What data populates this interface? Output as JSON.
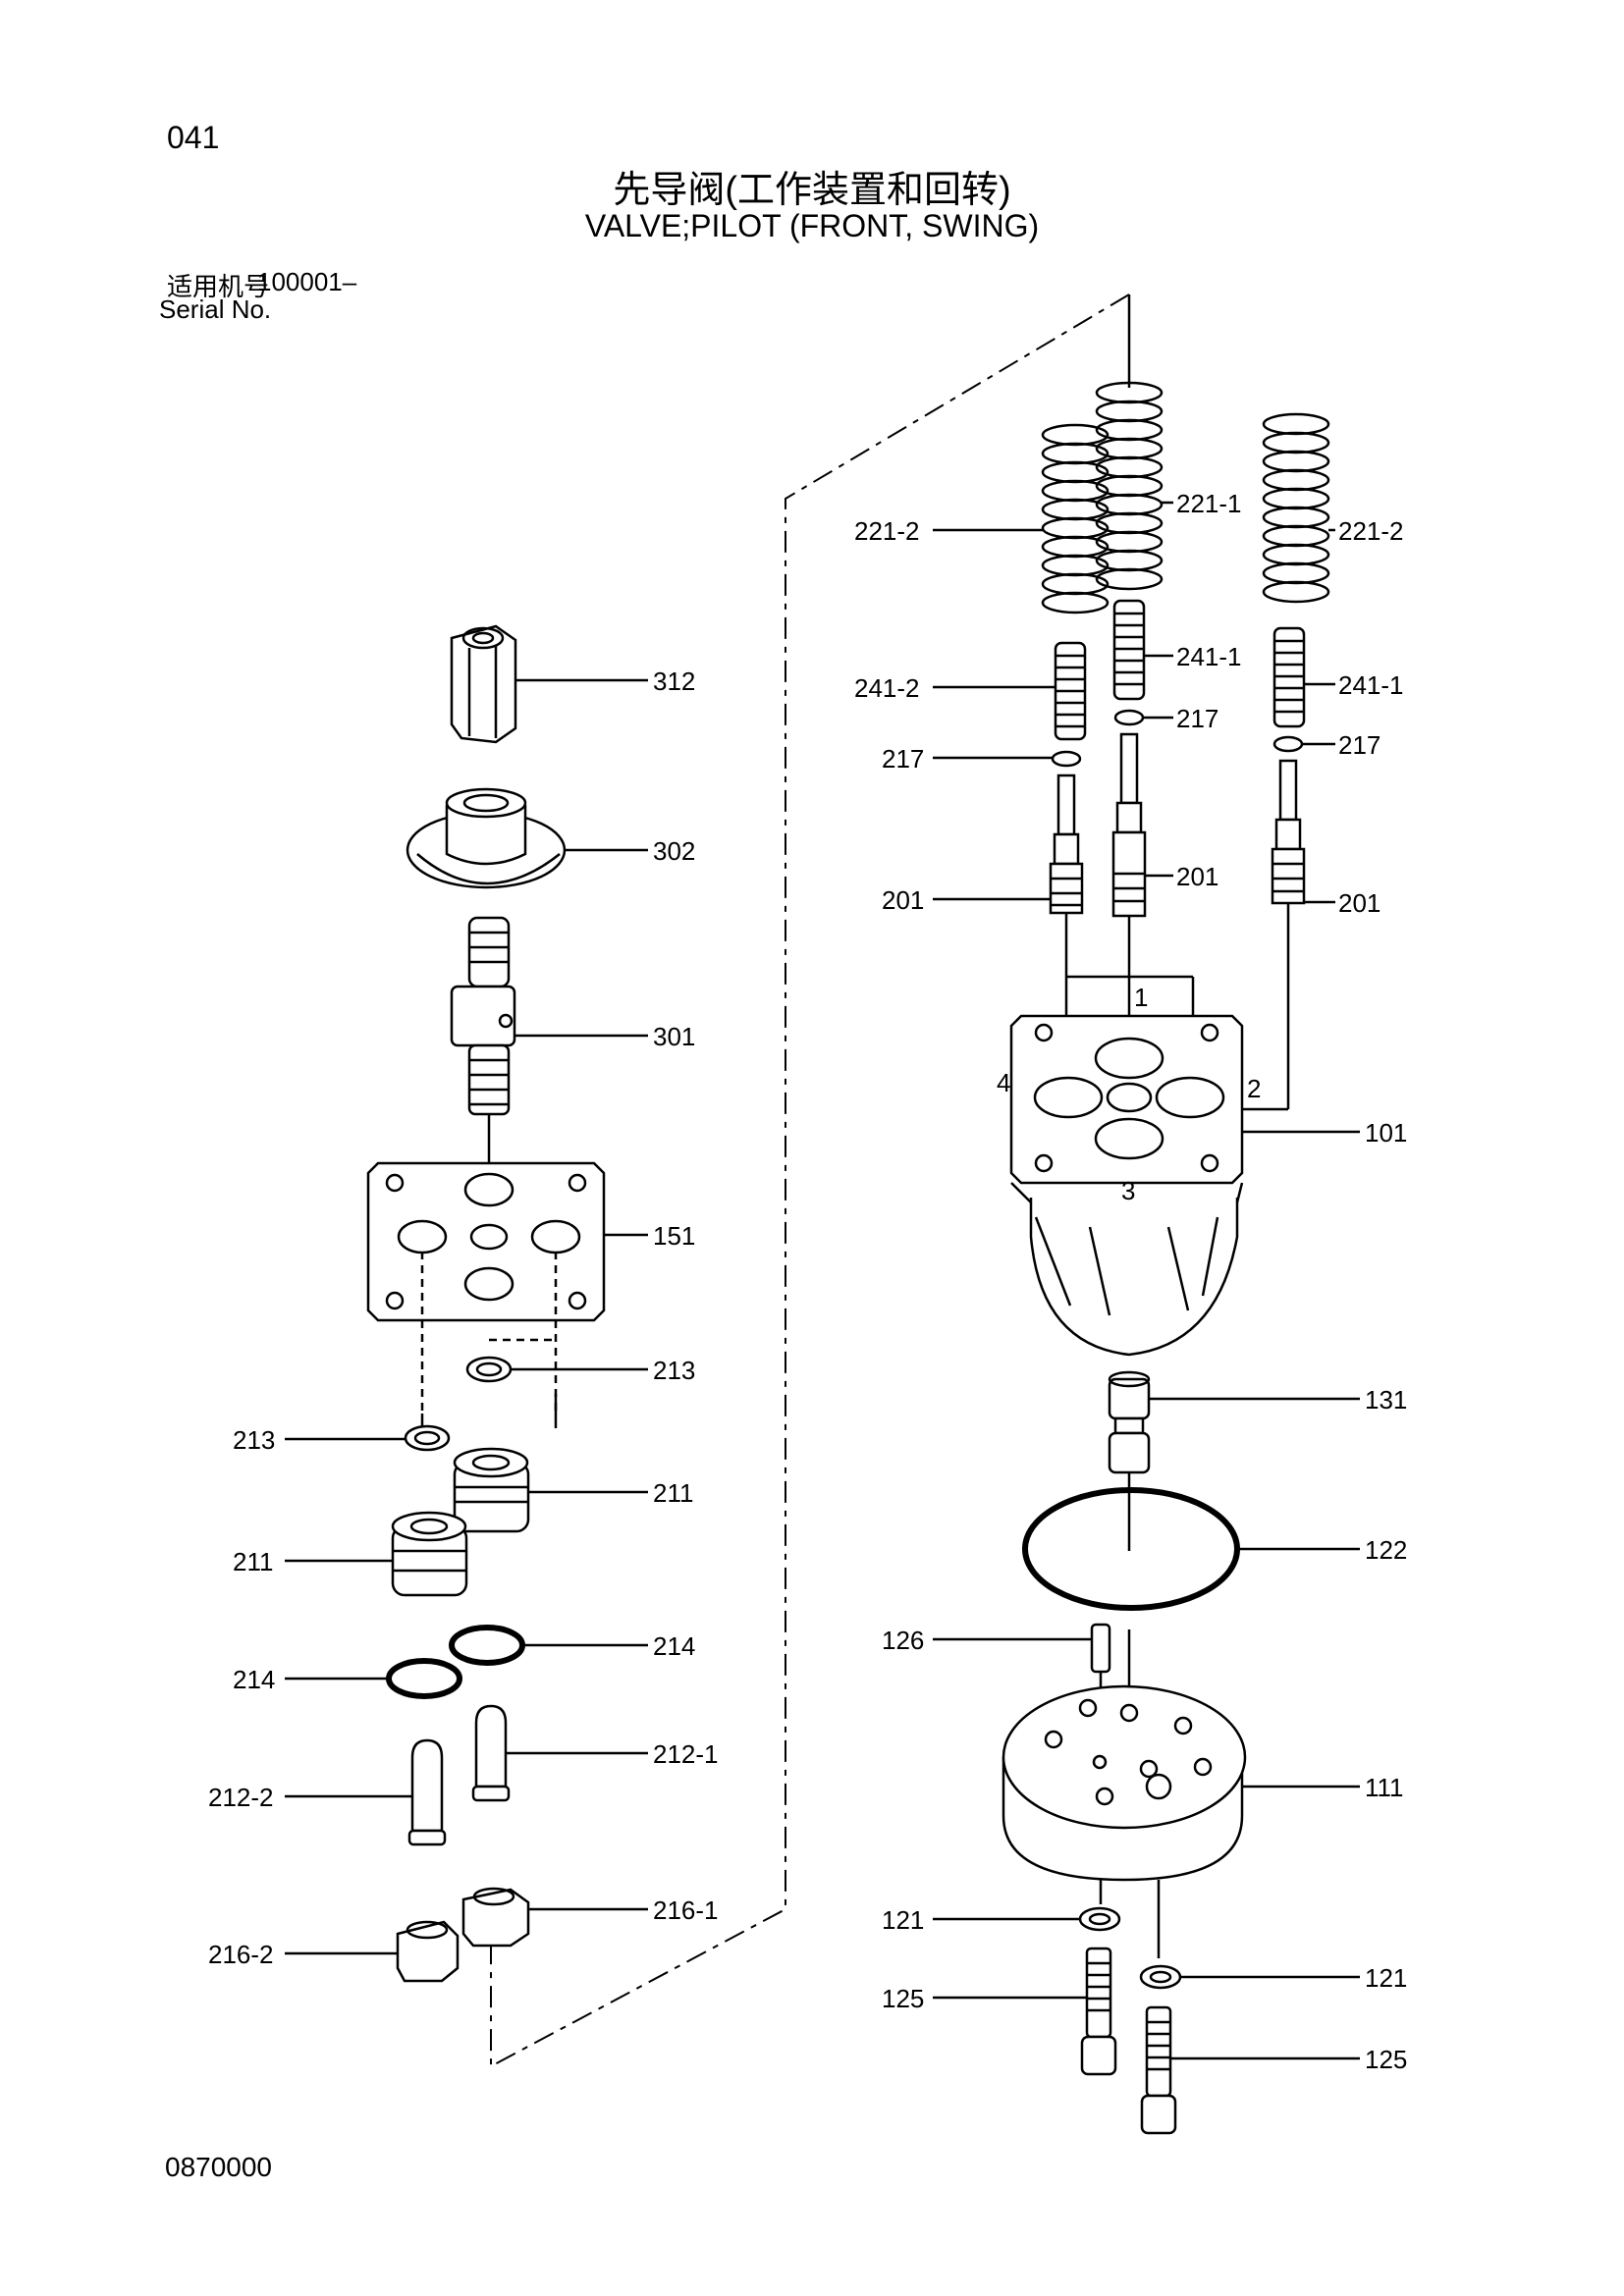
{
  "page_number": "041",
  "title_cn": "先导阀(工作装置和回转)",
  "title_en": "VALVE;PILOT (FRONT, SWING)",
  "serial": {
    "label_cn": "适用机号",
    "value": "100001–",
    "label_en": "Serial No."
  },
  "footer_code": "0870000",
  "callouts": {
    "c312": "312",
    "c302": "302",
    "c301": "301",
    "c151": "151",
    "c213a": "213",
    "c213b": "213",
    "c211a": "211",
    "c211b": "211",
    "c214a": "214",
    "c214b": "214",
    "c212_1": "212-1",
    "c212_2": "212-2",
    "c216_1": "216-1",
    "c216_2": "216-2",
    "c221_1": "221-1",
    "c221_2a": "221-2",
    "c221_2b": "221-2",
    "c241_1a": "241-1",
    "c241_1b": "241-1",
    "c241_2": "241-2",
    "c217a": "217",
    "c217b": "217",
    "c217c": "217",
    "c201a": "201",
    "c201b": "201",
    "c201c": "201",
    "c101": "101",
    "c131": "131",
    "c122": "122",
    "c126": "126",
    "c111": "111",
    "c121a": "121",
    "c121b": "121",
    "c125a": "125",
    "c125b": "125"
  },
  "port_labels": {
    "p1": "1",
    "p2": "2",
    "p3": "3",
    "p4": "4"
  }
}
